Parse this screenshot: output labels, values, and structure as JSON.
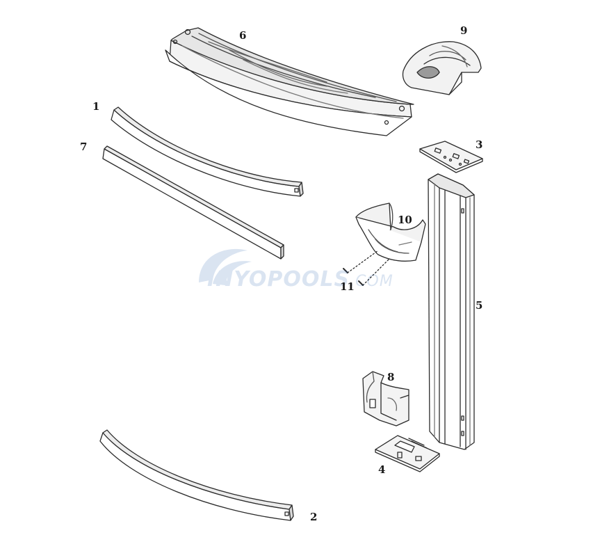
{
  "diagram": {
    "parts": [
      {
        "id": "top-rail-upper",
        "callout": "1"
      },
      {
        "id": "bottom-rail",
        "callout": "2"
      },
      {
        "id": "upright-top-plate",
        "callout": "3"
      },
      {
        "id": "base-plate",
        "callout": "4"
      },
      {
        "id": "upright",
        "callout": "5"
      },
      {
        "id": "top-seat",
        "callout": "6"
      },
      {
        "id": "stabilizer-rail",
        "callout": "7"
      },
      {
        "id": "bottom-cover",
        "callout": "8"
      },
      {
        "id": "top-cap",
        "callout": "9"
      },
      {
        "id": "connector-bracket",
        "callout": "10"
      },
      {
        "id": "screws",
        "callout": "11"
      }
    ]
  },
  "watermark": {
    "brand": "INYOPOOLS",
    "suffix": ".COM",
    "color": "#1f5fae"
  },
  "colors": {
    "line": "#2b2b2b",
    "fill": "#ffffff",
    "shade": "#d9d9d9"
  }
}
